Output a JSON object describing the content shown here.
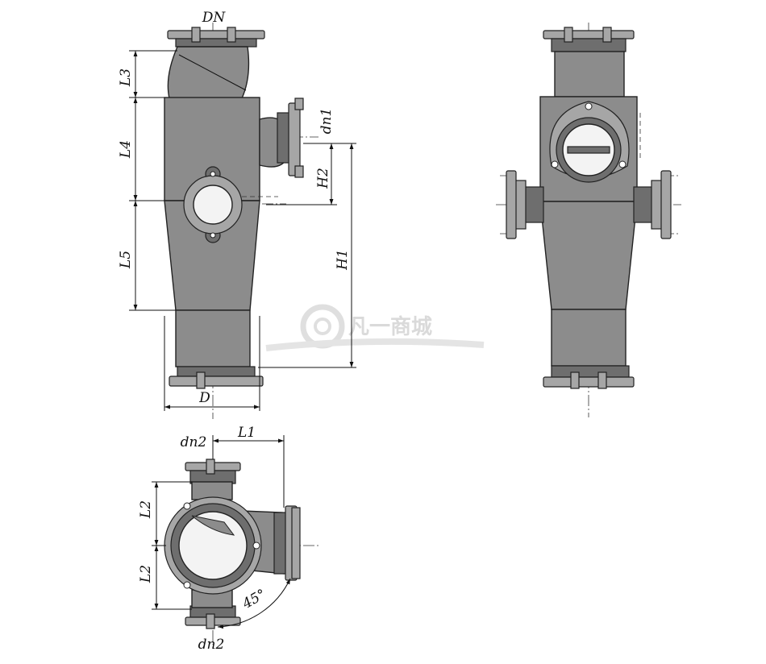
{
  "labels": {
    "dn": "DN",
    "l3": "L3",
    "l4": "L4",
    "l5": "L5",
    "dn1": "dn1",
    "h2": "H2",
    "h1": "H1",
    "d": "D",
    "dn2_top": "dn2",
    "dn2_bottom": "dn2",
    "l1": "L1",
    "l2_upper": "L2",
    "l2_lower": "L2",
    "angle": "45°"
  },
  "watermark": {
    "text": "凡一商城",
    "icon": "gear-logo-icon"
  },
  "colors": {
    "body": "#8c8c8c",
    "flange": "#a6a6a6",
    "line": "#111111",
    "background": "#ffffff"
  }
}
